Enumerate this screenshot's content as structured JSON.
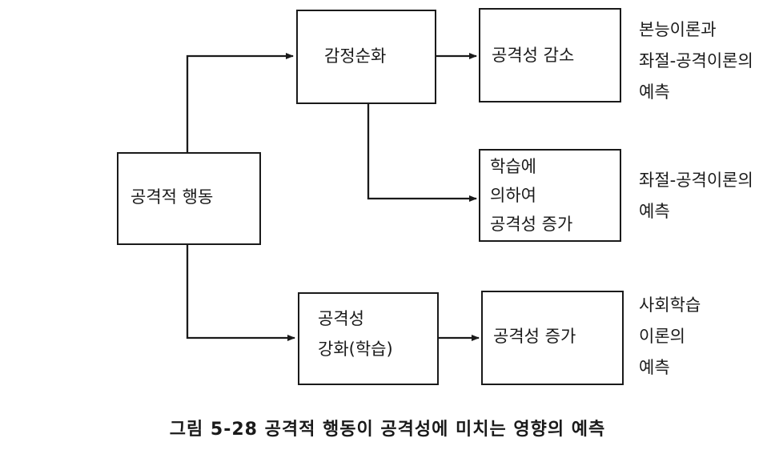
{
  "diagram": {
    "source": "공격적 행동",
    "branch_top": "감정순화",
    "result_decrease": "공격성 감소",
    "result_learned": [
      "학습에",
      "의하여",
      "공격성 증가"
    ],
    "branch_bottom": [
      "공격성",
      "강화(학습)"
    ],
    "result_increase": "공격성 증가"
  },
  "notes": {
    "first": [
      "본능이론과",
      "좌절-공격이론의",
      "예측"
    ],
    "second": [
      "좌절-공격이론의",
      "예측"
    ],
    "third": [
      "사회학습",
      "이론의",
      "예측"
    ]
  },
  "caption": "그림 5-28 공격적 행동이 공격성에 미치는 영향의 예측"
}
